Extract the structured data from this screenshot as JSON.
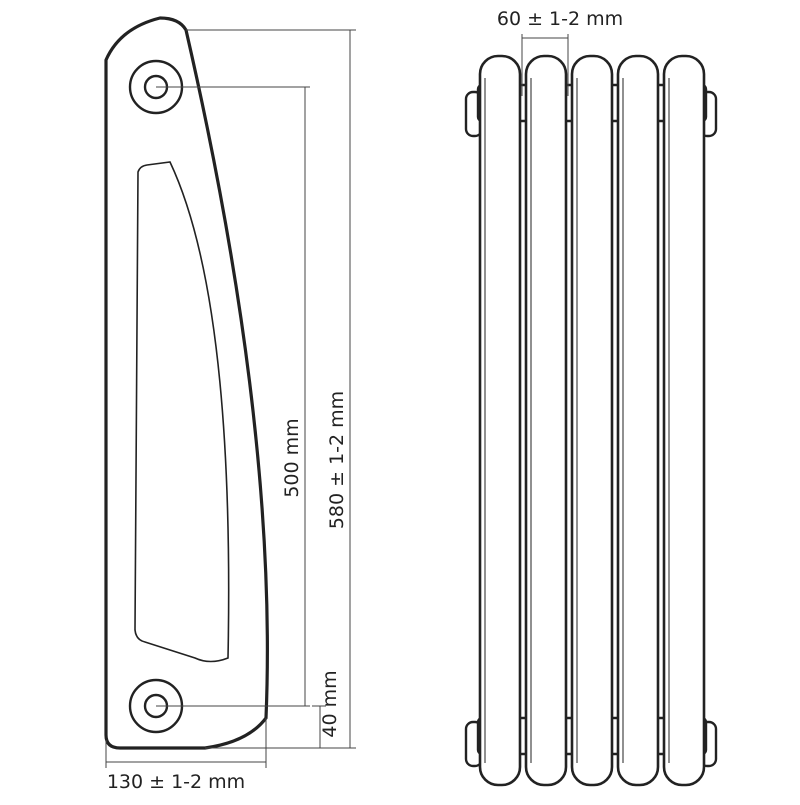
{
  "dimensions": {
    "column_spacing": "60 ± 1-2 mm",
    "connection_distance": "500 mm",
    "total_height": "580 ± 1-2 mm",
    "bottom_offset": "40 mm",
    "depth": "130 ± 1-2 mm"
  },
  "front_view": {
    "column_count": 5
  },
  "colors": {
    "line": "#222222",
    "dimension_line": "#444444",
    "background": "#ffffff"
  }
}
